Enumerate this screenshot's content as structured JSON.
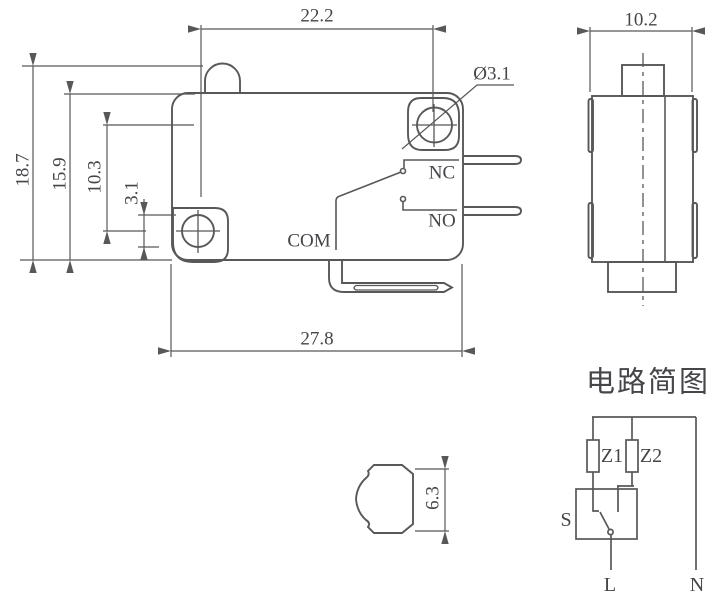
{
  "front_view": {
    "dim_top_width": "22.2",
    "dim_bottom_width": "27.8",
    "dim_overall_height": "18.7",
    "dim_body_height": "15.9",
    "dim_hole_span": "10.3",
    "dim_hole_offset": "3.1",
    "dim_hole_diameter": "Ø3.1",
    "label_nc": "NC",
    "label_no": "NO",
    "label_com": "COM"
  },
  "side_view": {
    "dim_width": "10.2"
  },
  "bottom_view": {
    "dim_height": "6.3"
  },
  "circuit_diagram": {
    "title": "电路简图",
    "label_z1": "Z1",
    "label_z2": "Z2",
    "label_switch": "S",
    "label_live": "L",
    "label_neutral": "N"
  },
  "colors": {
    "line": "#58585a",
    "text": "#45454a",
    "background": "#ffffff"
  }
}
